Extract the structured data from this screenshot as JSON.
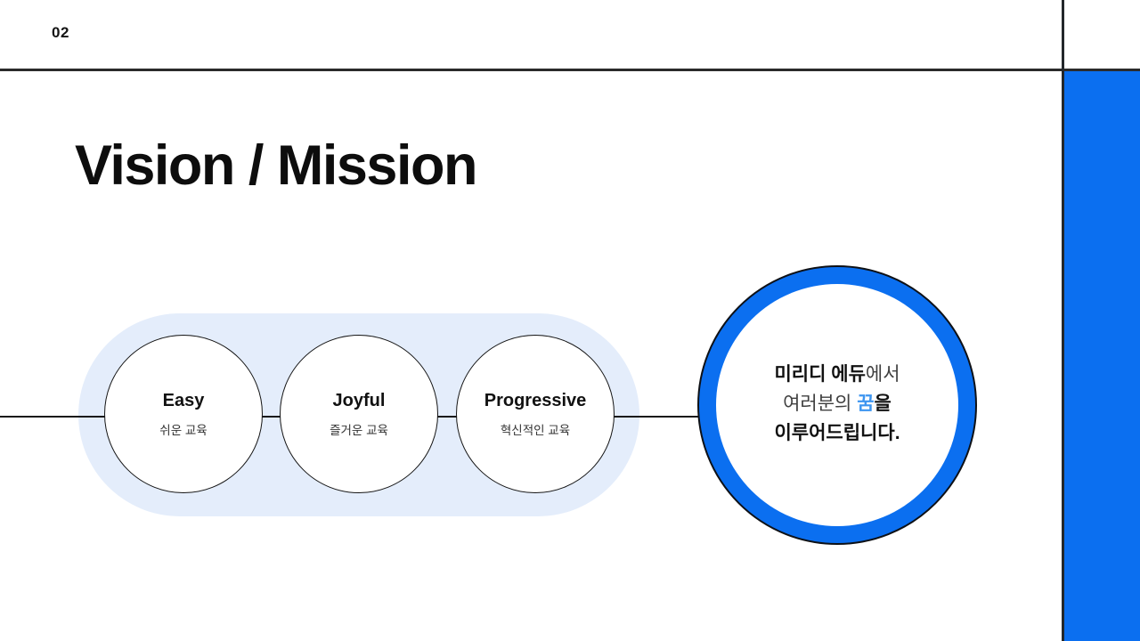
{
  "page": {
    "number": "02"
  },
  "title": "Vision / Mission",
  "values": [
    {
      "label": "Easy",
      "sublabel": "쉬운 교육"
    },
    {
      "label": "Joyful",
      "sublabel": "즐거운 교육"
    },
    {
      "label": "Progressive",
      "sublabel": "혁신적인 교육"
    }
  ],
  "mission": {
    "line1_bold": "미리디 에듀",
    "line1_rest": "에서",
    "line2_pre": "여러분의 ",
    "line2_highlight": "꿈",
    "line2_post": "을",
    "line3": "이루어드립니다."
  },
  "colors": {
    "accent": "#0b6ff0",
    "highlight": "#3d95f0",
    "pill": "#e4edfb",
    "frame-line": "#2b2b2b"
  }
}
